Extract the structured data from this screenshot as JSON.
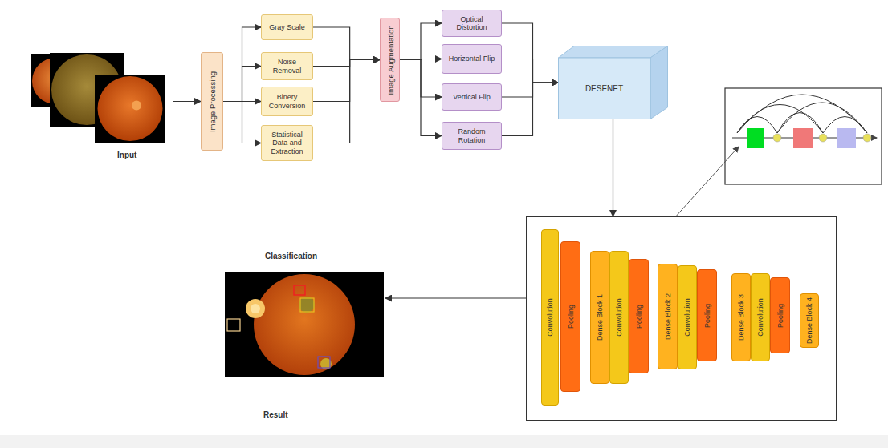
{
  "diagram": {
    "nodes": [
      {
        "text": [
          "Input"
        ]
      },
      {
        "text": [
          "Image Processing"
        ]
      },
      {
        "text": [
          "Gray Scale"
        ]
      },
      {
        "text": [
          "Noise Removal"
        ]
      },
      {
        "text": [
          "Binery Conversion"
        ]
      },
      {
        "text": [
          "Statistical Data and Extraction"
        ]
      },
      {
        "text": [
          "Image Augmentation"
        ]
      },
      {
        "text": [
          "Optical Distortion"
        ]
      },
      {
        "text": [
          "Horizontal Flip"
        ]
      },
      {
        "text": [
          "Vertical Flip"
        ]
      },
      {
        "text": [
          "Random Rotation"
        ]
      },
      {
        "text": [
          "DESENET"
        ]
      },
      {
        "text": []
      },
      {
        "text": [
          "Convolution"
        ],
        "in": 12
      },
      {
        "text": [
          "Pooling"
        ],
        "in": 12
      },
      {
        "text": [
          "Dense Block 1"
        ],
        "in": 12
      },
      {
        "text": [
          "Convolution"
        ],
        "in": 12
      },
      {
        "text": [
          "Pooling"
        ],
        "in": 12
      },
      {
        "text": [
          "Dense Block 2"
        ],
        "in": 12
      },
      {
        "text": [
          "Convolution"
        ],
        "in": 12
      },
      {
        "text": [
          "Pooling"
        ],
        "in": 12
      },
      {
        "text": [
          "Dense Block 3"
        ],
        "in": 12
      },
      {
        "text": [
          "Convolution"
        ],
        "in": 12
      },
      {
        "text": [
          "Pooling"
        ],
        "in": 12
      },
      {
        "text": [
          "Dense Block 4"
        ],
        "in": 12
      },
      {
        "text": [
          "Classification",
          "Result"
        ]
      }
    ],
    "edges": [
      {
        "from": 0,
        "to": 1,
        "arrow": "to"
      },
      {
        "from": 1,
        "to": 2,
        "arrow": "to"
      },
      {
        "from": 1,
        "to": 3,
        "arrow": "to"
      },
      {
        "from": 1,
        "to": 4,
        "arrow": "to"
      },
      {
        "from": 1,
        "to": 5,
        "arrow": "to"
      },
      {
        "from": 2,
        "to": 6,
        "arrow": "to"
      },
      {
        "from": 3,
        "to": 6,
        "arrow": "to"
      },
      {
        "from": 4,
        "to": 6,
        "arrow": "to"
      },
      {
        "from": 5,
        "to": 6,
        "arrow": "to"
      },
      {
        "from": 6,
        "to": 7,
        "arrow": "to"
      },
      {
        "from": 6,
        "to": 8,
        "arrow": "to"
      },
      {
        "from": 6,
        "to": 9,
        "arrow": "to"
      },
      {
        "from": 6,
        "to": 10,
        "arrow": "to"
      },
      {
        "from": 7,
        "to": 11,
        "arrow": "to"
      },
      {
        "from": 8,
        "to": 11,
        "arrow": "to"
      },
      {
        "from": 9,
        "to": 11,
        "arrow": "to"
      },
      {
        "from": 10,
        "to": 11,
        "arrow": "to"
      },
      {
        "from": 11,
        "to": 12,
        "arrow": "to"
      },
      {
        "from": 12,
        "to": 25,
        "arrow": "to"
      }
    ]
  }
}
